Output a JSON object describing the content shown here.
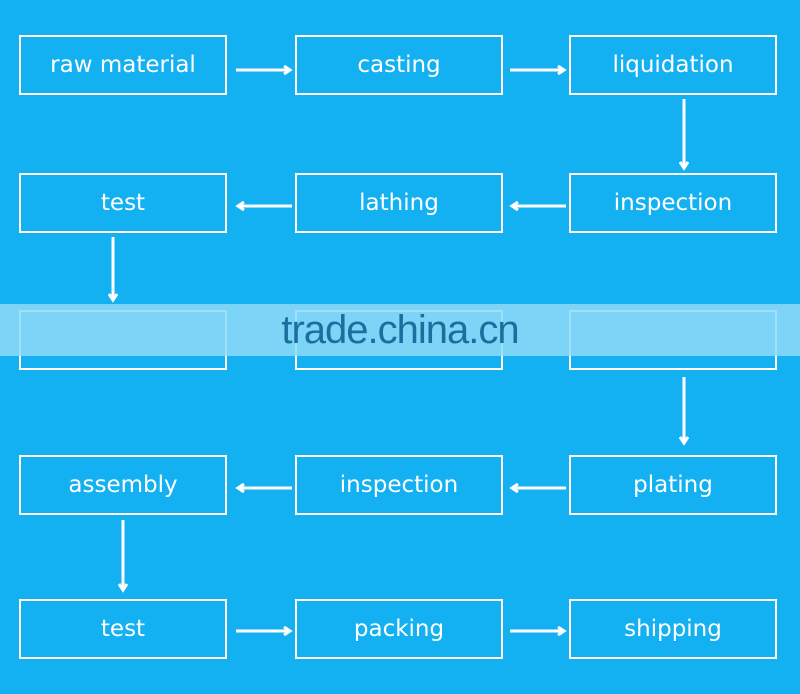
{
  "colors": {
    "background": "#13b1f1",
    "box_border": "#ffffff",
    "text": "#ffffff",
    "watermark_text": "#1a6f9e",
    "watermark_band": "#8fdaf8"
  },
  "steps": {
    "s1": "raw material",
    "s2": "casting",
    "s3": "liquidation",
    "s4": "inspection",
    "s5": "lathing",
    "s6": "test",
    "s7": "",
    "s8": "",
    "s9": "",
    "s10": "plating",
    "s11": "inspection",
    "s12": "assembly",
    "s13": "test",
    "s14": "packing",
    "s15": "shipping"
  },
  "watermark": "trade.china.cn"
}
